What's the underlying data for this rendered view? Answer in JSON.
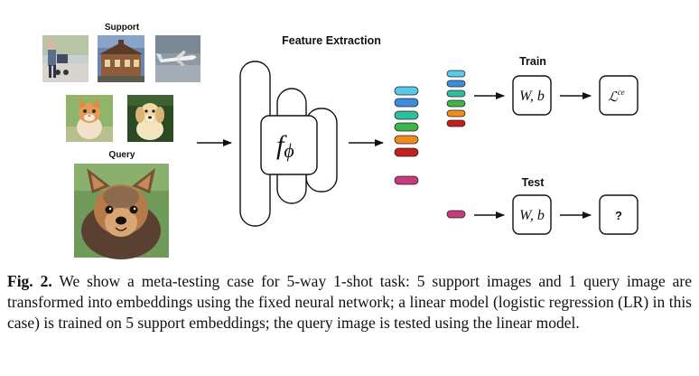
{
  "labels": {
    "support": "Support",
    "query": "Query",
    "feature_extraction": "Feature Extraction",
    "train": "Train",
    "test": "Test"
  },
  "math": {
    "f_base": "f",
    "f_sub": "ϕ",
    "w_b": "W, b",
    "loss_base": "ℒ",
    "loss_sup": "ce",
    "unknown": "?"
  },
  "support_images": [
    "child with stroller",
    "building",
    "airplane",
    "kitten",
    "puppy"
  ],
  "query_image": "yorkshire terrier dog",
  "embedding_colors": [
    "#5ac8e8",
    "#3e8ce0",
    "#2bbfa0",
    "#3fb449",
    "#f08a20",
    "#c2201e"
  ],
  "query_embedding_color": "#c73b7e",
  "caption": {
    "label": "Fig. 2.",
    "text": "We show a meta-testing case for 5-way 1-shot task: 5 support images and 1 query image are transformed into embeddings using the fixed neural network; a linear model (logistic regression (LR) in this case) is trained on 5 support embeddings; the query image is tested using the linear model."
  }
}
